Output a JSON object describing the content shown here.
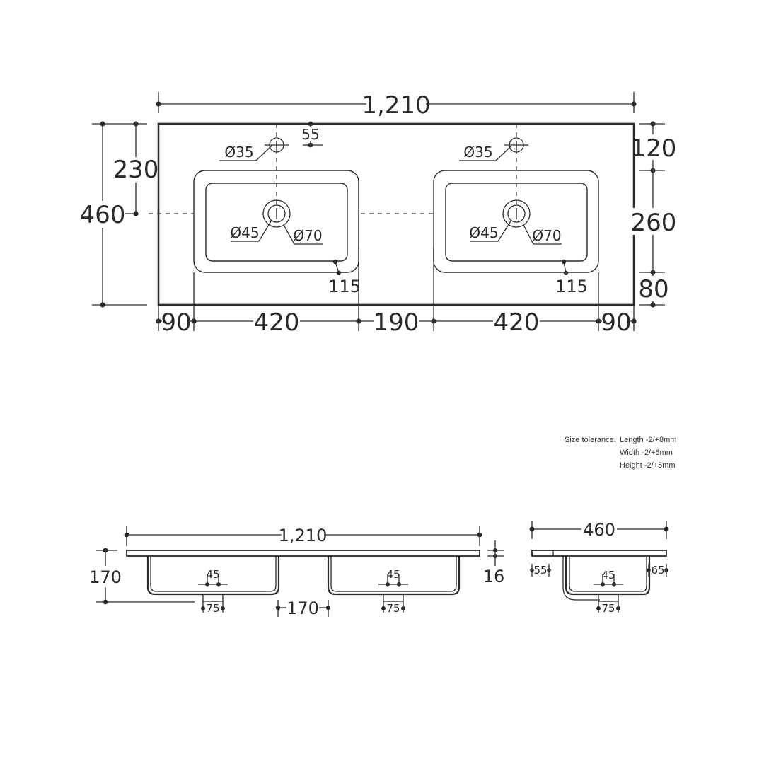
{
  "top_view": {
    "overall_width": "1,210",
    "overall_depth": "460",
    "tap_to_bowl_centre": "230",
    "tap_offset": "55",
    "left_basin": {
      "tap_hole": "Ø35",
      "waste_inner": "Ø45",
      "waste_outer": "Ø70",
      "corner": "115"
    },
    "right_basin": {
      "tap_hole": "Ø35",
      "waste_inner": "Ø45",
      "waste_outer": "Ø70",
      "corner": "115"
    },
    "right_back": "120",
    "right_bowl": "260",
    "right_front": "80",
    "bottom_left_margin": "90",
    "bottom_left_bowl": "420",
    "bottom_gap": "190",
    "bottom_right_bowl": "420",
    "bottom_right_margin": "90"
  },
  "tolerance": {
    "label": "Size tolerance:",
    "length": "Length -2/+8mm",
    "width": "Width -2/+6mm",
    "height": "Height -2/+5mm"
  },
  "front_view": {
    "overall_width": "1,210",
    "overall_height": "170",
    "top_thickness": "16",
    "basin_gap": "170",
    "left_waste_width": "45",
    "left_outlet": "75",
    "right_waste_width": "45",
    "right_outlet": "75"
  },
  "side_view": {
    "overall_depth": "460",
    "back_offset": "55",
    "front_offset": "65",
    "waste_width": "45",
    "outlet": "75"
  }
}
